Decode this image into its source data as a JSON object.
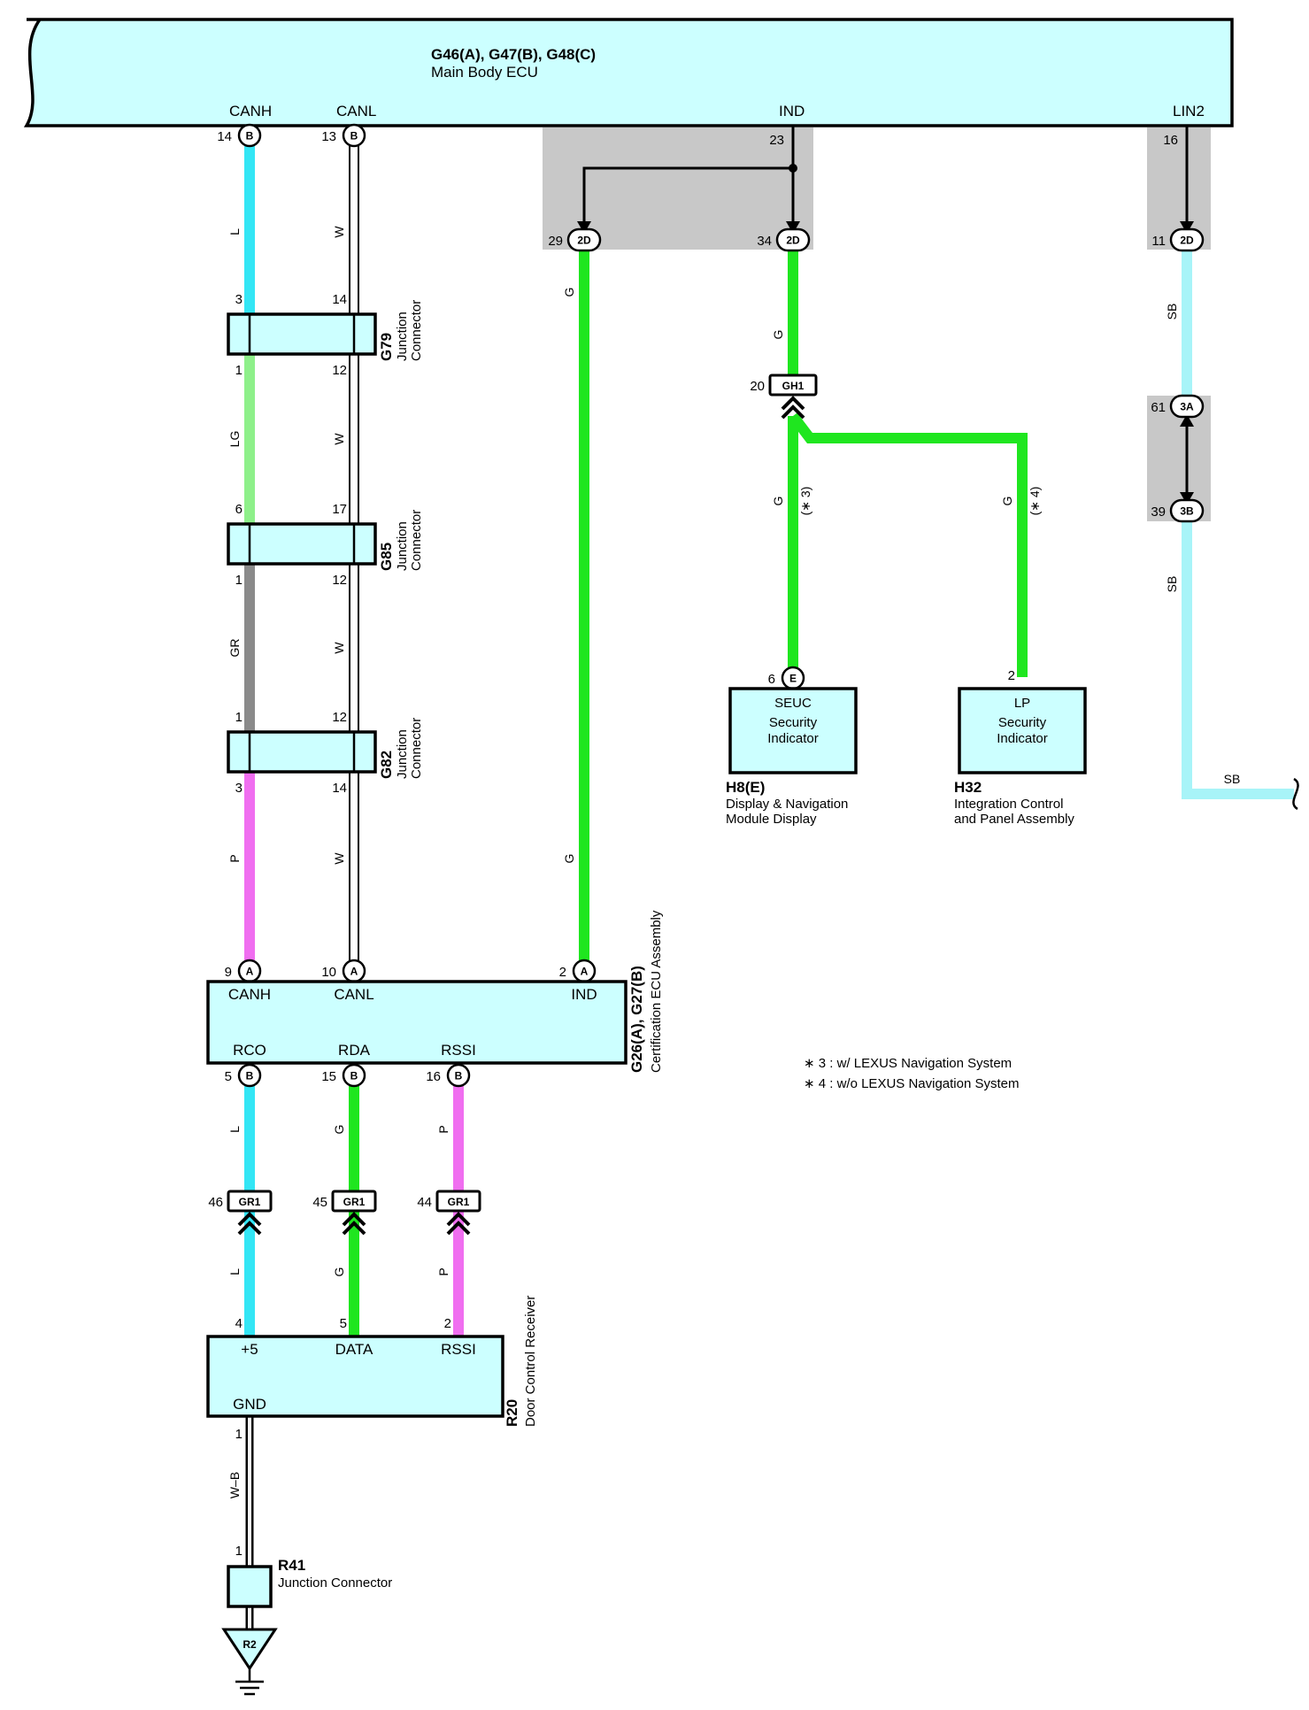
{
  "colors": {
    "L": "#33e6f5",
    "W": "#ffffff",
    "LG": "#8ef08a",
    "GR": "#8a8a8a",
    "P": "#f06ef0",
    "G": "#1fe61f",
    "SB": "#a8f4f8",
    "box_fill": "#ccffff",
    "shade": "#c8c8c8"
  },
  "ecu_main": {
    "code": "G46(A), G47(B), G48(C)",
    "name": "Main Body ECU",
    "terms": {
      "canh": "CANH",
      "canl": "CANL",
      "ind": "IND",
      "lin2": "LIN2"
    }
  },
  "pins": {
    "ecu_canh": "14",
    "ecu_canl": "13",
    "ecu_ind": "23",
    "ecu_lin2": "16",
    "c2d_a": "29",
    "c2d_b": "34",
    "c2d_c": "11",
    "g79_l_top": "3",
    "g79_r_top": "14",
    "g79_l_bot": "1",
    "g79_r_bot": "12",
    "g85_l_top": "6",
    "g85_r_top": "17",
    "g85_l_bot": "1",
    "g85_r_bot": "12",
    "g82_l_top": "1",
    "g82_r_top": "12",
    "g82_l_bot": "3",
    "g82_r_bot": "14",
    "cert_canh": "9",
    "cert_canl": "10",
    "cert_ind": "2",
    "cert_rco": "5",
    "cert_rda": "15",
    "cert_rssi": "16",
    "gh1": "20",
    "h8": "6",
    "h32": "2",
    "c3a": "61",
    "c3b": "39",
    "gr1_a": "46",
    "gr1_b": "45",
    "gr1_c": "44",
    "dcr_5v": "4",
    "dcr_data": "5",
    "dcr_rssi": "2",
    "gnd_top": "1",
    "r41_top": "1"
  },
  "connectors": {
    "B": "B",
    "A": "A",
    "E": "E",
    "c2d": "2D",
    "gh1": "GH1",
    "c3a": "3A",
    "c3b": "3B",
    "gr1": "GR1",
    "r2": "R2"
  },
  "wires": {
    "l": "L",
    "w": "W",
    "lg": "LG",
    "gr": "GR",
    "p": "P",
    "g": "G",
    "sb": "SB",
    "wb": "W–B"
  },
  "notes": {
    "n3": "(∗ 3)",
    "n4": "(∗ 4)"
  },
  "jc": {
    "g79": "G79",
    "g85": "G85",
    "g82": "G82",
    "label1": "Junction",
    "label2": "Connector"
  },
  "cert": {
    "code": "G26(A), G27(B)",
    "name": "Certification ECU Assembly",
    "t_canh": "CANH",
    "t_canl": "CANL",
    "t_ind": "IND",
    "t_rco": "RCO",
    "t_rda": "RDA",
    "t_rssi": "RSSI"
  },
  "h8": {
    "term": "SEUC",
    "l1": "Security",
    "l2": "Indicator",
    "code": "H8(E)",
    "n1": "Display & Navigation",
    "n2": "Module Display"
  },
  "h32": {
    "term": "LP",
    "l1": "Security",
    "l2": "Indicator",
    "code": "H32",
    "n1": "Integration Control",
    "n2": "and Panel Assembly"
  },
  "legend": {
    "l1": "∗ 3 : w/ LEXUS Navigation System",
    "l2": "∗ 4 : w/o LEXUS Navigation System"
  },
  "dcr": {
    "code": "R20",
    "name": "Door Control Receiver",
    "t_5v": "+5",
    "t_data": "DATA",
    "t_rssi": "RSSI",
    "t_gnd": "GND"
  },
  "r41": {
    "code": "R41",
    "name": "Junction Connector"
  }
}
